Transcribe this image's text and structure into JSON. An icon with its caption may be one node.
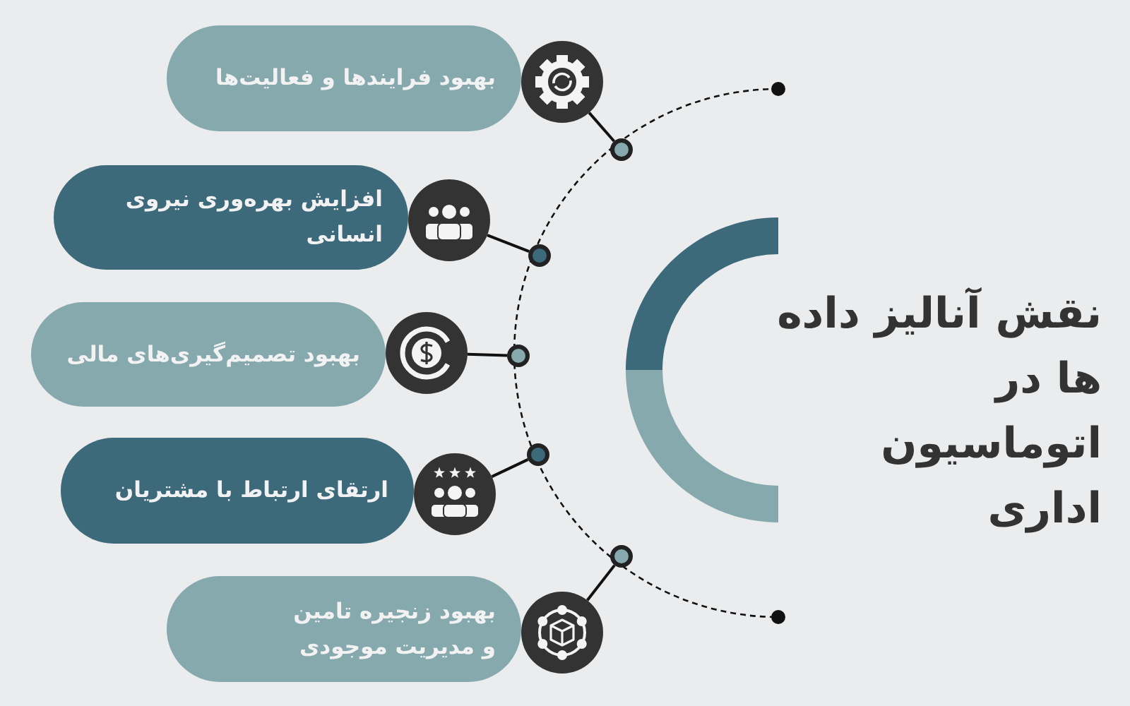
{
  "diagram": {
    "title": "نقش آنالیز داده ها در اتوماسیون اداری",
    "nodes": [
      {
        "text": [
          "بهبود فرایندها و فعالیت‌ها"
        ]
      },
      {
        "text": [
          "افزایش بهره‌وری نیروی انسانی"
        ]
      },
      {
        "text": [
          "بهبود تصمیم‌گیری‌های مالی"
        ]
      },
      {
        "text": [
          "ارتقای ارتباط با مشتریان"
        ]
      },
      {
        "text": [
          "بهبود زنجیره تامین و مدیریت موجودی"
        ]
      },
      {
        "text": [],
        "shape": "circle"
      },
      {
        "text": [],
        "shape": "circle"
      },
      {
        "text": [],
        "shape": "circle"
      },
      {
        "text": [],
        "shape": "circle"
      },
      {
        "text": [],
        "shape": "circle"
      }
    ],
    "edges": [
      {
        "from": 0,
        "to": 5,
        "arrow": "none"
      },
      {
        "from": 1,
        "to": 6,
        "arrow": "none"
      },
      {
        "from": 2,
        "to": 7,
        "arrow": "none"
      },
      {
        "from": 3,
        "to": 8,
        "arrow": "none"
      },
      {
        "from": 4,
        "to": 9,
        "arrow": "none"
      }
    ]
  }
}
